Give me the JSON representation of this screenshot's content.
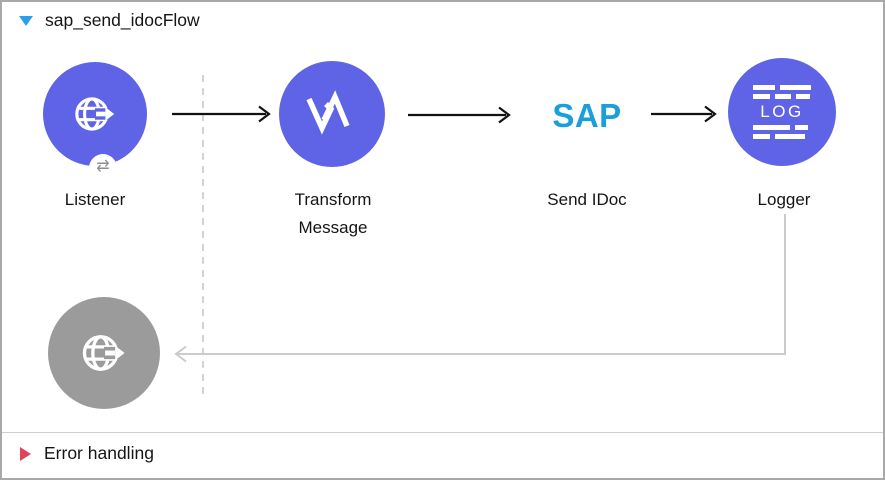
{
  "flow": {
    "title": "sap_send_idocFlow",
    "nodes": [
      {
        "id": "listener",
        "label": "Listener",
        "icon": "globe-arrow-icon",
        "badge_icon": "sync-arrows-icon"
      },
      {
        "id": "transform-message",
        "label": "Transform Message",
        "icon": "dataweave-icon"
      },
      {
        "id": "send-idoc",
        "label": "Send IDoc",
        "logo_text": "SAP"
      },
      {
        "id": "logger",
        "label": "Logger",
        "icon": "log-bars-icon",
        "icon_text": "LOG"
      },
      {
        "id": "response",
        "icon": "globe-arrow-icon",
        "state": "inactive"
      }
    ],
    "error_handling": {
      "label": "Error handling",
      "collapsed": true
    }
  },
  "icons": {
    "flow_collapse": "triangle-down-icon",
    "error_expand": "triangle-right-icon",
    "sync_glyph": "⇄"
  },
  "colors": {
    "node_purple": "#5f64e6",
    "node_gray": "#9b9b9b",
    "sap_blue": "#1a9fdb",
    "collapse_blue": "#2d9fe8",
    "error_red": "#e0435c",
    "wire_black": "#121212",
    "wire_gray": "#cbcbcb",
    "dash_gray": "#c8c8c8",
    "border_gray": "#a8a8a8",
    "text_dark": "#151515"
  }
}
